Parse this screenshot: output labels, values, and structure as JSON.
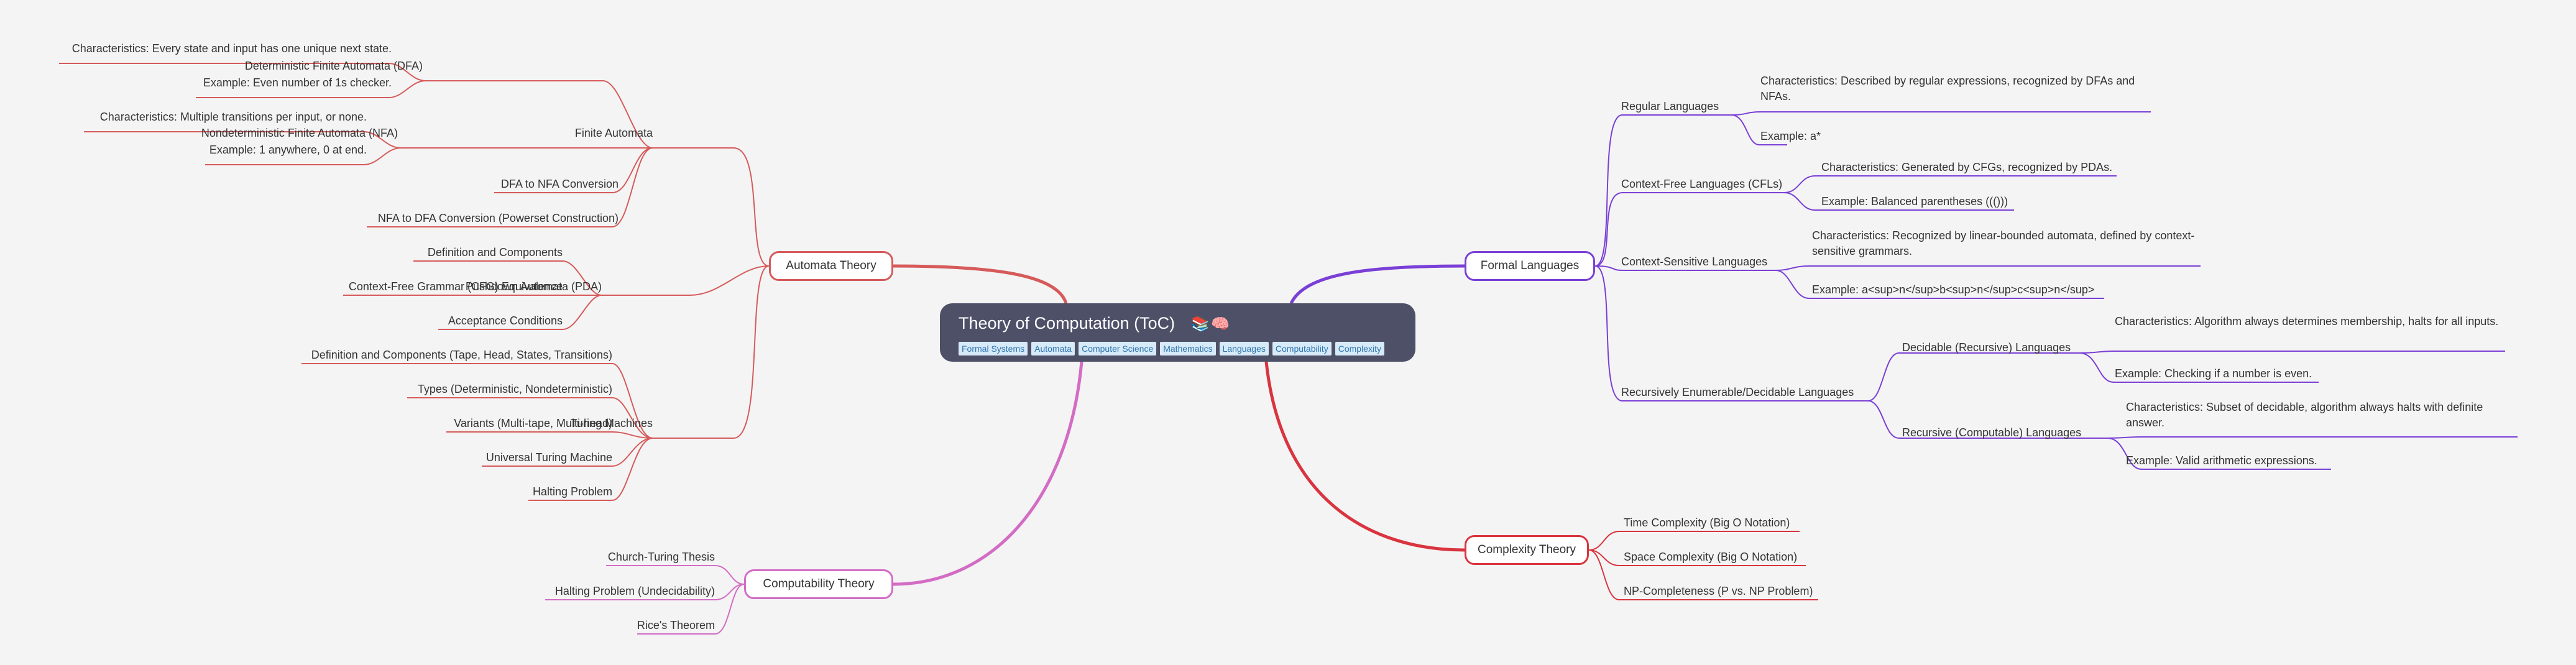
{
  "root": {
    "title": "Theory of Computation (ToC)",
    "emoji": "📚🧠",
    "tags": [
      "Formal Systems",
      "Automata",
      "Computer Science",
      "Mathematics",
      "Languages",
      "Computability",
      "Complexity"
    ]
  },
  "colors": {
    "automata": "#d65a5a",
    "computability": "#d36cc4",
    "formal": "#7a3fd6",
    "complexity": "#d9343f",
    "root_bg": "#4e5068",
    "tag_bg": "#d6eaf8"
  },
  "automata": {
    "label": "Automata Theory",
    "finite": {
      "label": "Finite Automata",
      "dfa": {
        "label": "Deterministic Finite Automata (DFA)",
        "char": "Characteristics: Every state and input has one unique next state.",
        "example": "Example: Even number of 1s checker."
      },
      "nfa": {
        "label": "Nondeterministic Finite Automata (NFA)",
        "char": "Characteristics: Multiple transitions per input, or none.",
        "example": "Example: 1 anywhere, 0 at end."
      },
      "dfa_to_nfa": "DFA to NFA Conversion",
      "nfa_to_dfa": "NFA to DFA Conversion (Powerset Construction)"
    },
    "pda": {
      "label": "Pushdown Automata (PDA)",
      "items": [
        "Definition and Components",
        "Context-Free Grammar (CFG) Equivalence",
        "Acceptance Conditions"
      ]
    },
    "turing": {
      "label": "Turing Machines",
      "items": [
        "Definition and Components (Tape, Head, States, Transitions)",
        "Types (Deterministic, Nondeterministic)",
        "Variants (Multi-tape, Multi-head)",
        "Universal Turing Machine",
        "Halting Problem"
      ]
    }
  },
  "computability": {
    "label": "Computability Theory",
    "items": [
      "Church-Turing Thesis",
      "Halting Problem (Undecidability)",
      "Rice's Theorem"
    ]
  },
  "formal": {
    "label": "Formal Languages",
    "regular": {
      "label": "Regular Languages",
      "char": "Characteristics: Described by regular expressions, recognized by DFAs and NFAs.",
      "example": "Example: a*"
    },
    "cfl": {
      "label": "Context-Free Languages (CFLs)",
      "char": "Characteristics: Generated by CFGs, recognized by PDAs.",
      "example": "Example: Balanced parentheses ((()))"
    },
    "csl": {
      "label": "Context-Sensitive Languages",
      "char": "Characteristics: Recognized by linear-bounded automata, defined by context-sensitive grammars.",
      "example": "Example: a<sup>n</sup>b<sup>n</sup>c<sup>n</sup>"
    },
    "re": {
      "label": "Recursively Enumerable/Decidable Languages",
      "decidable": {
        "label": "Decidable (Recursive) Languages",
        "char": "Characteristics: Algorithm always determines membership, halts for all inputs.",
        "example": "Example: Checking if a number is even."
      },
      "recursive": {
        "label": "Recursive (Computable) Languages",
        "char": "Characteristics:  Subset of decidable, algorithm always halts with definite answer.",
        "example": "Example: Valid arithmetic expressions."
      }
    }
  },
  "complexity": {
    "label": "Complexity Theory",
    "items": [
      "Time Complexity (Big O Notation)",
      "Space Complexity (Big O Notation)",
      "NP-Completeness (P vs. NP Problem)"
    ]
  }
}
